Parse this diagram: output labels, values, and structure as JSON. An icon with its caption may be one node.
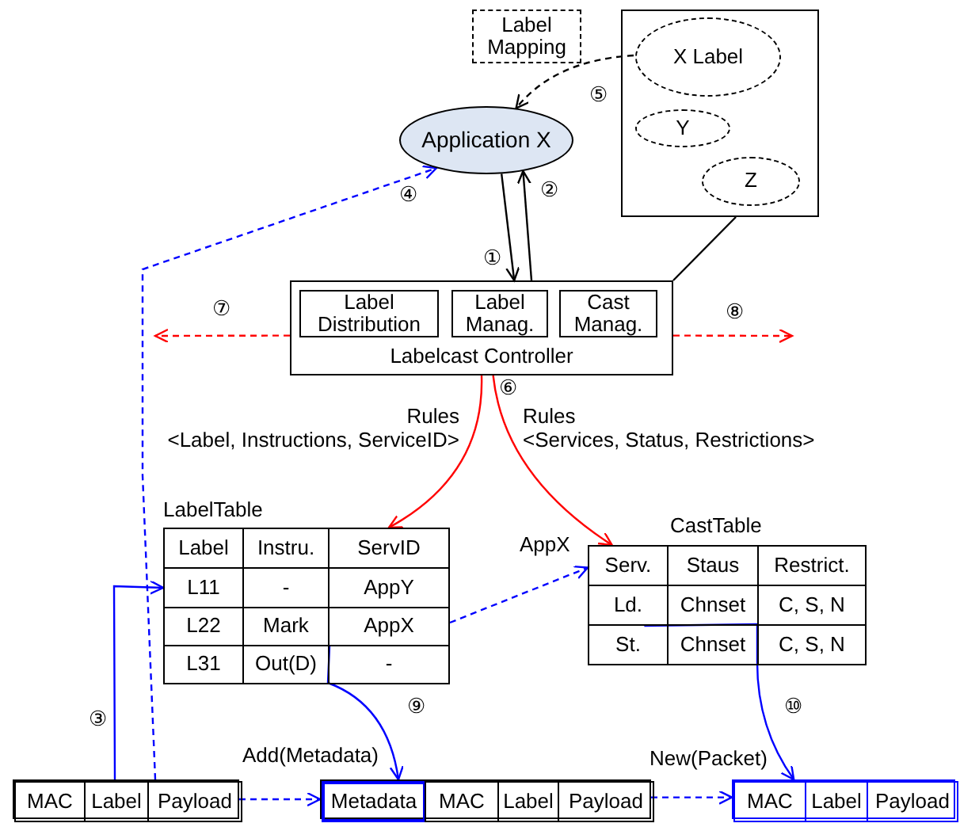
{
  "diagram": {
    "nodes": [
      {
        "text": [
          "Label Mapping"
        ]
      },
      {
        "text": [],
        "shape": "box"
      },
      {
        "text": [
          "X Label"
        ],
        "in": 1
      },
      {
        "text": [
          "Y"
        ],
        "in": 1
      },
      {
        "text": [
          "Z"
        ],
        "in": 1
      },
      {
        "text": [
          "Application X"
        ]
      },
      {
        "text": [
          "Labelcast Controller"
        ]
      },
      {
        "text": [
          "Label Distribution"
        ],
        "in": 6
      },
      {
        "text": [
          "Label Manag."
        ],
        "in": 6
      },
      {
        "text": [
          "Cast Manag."
        ],
        "in": 6
      },
      {
        "text": [
          "LabelTable"
        ]
      },
      {
        "text": [
          "Label"
        ],
        "in": 10
      },
      {
        "text": [
          "Instru."
        ],
        "in": 10
      },
      {
        "text": [
          "ServID"
        ],
        "in": 10
      },
      {
        "text": [
          "L11"
        ],
        "in": 10
      },
      {
        "text": [
          "-"
        ],
        "in": 10
      },
      {
        "text": [
          "AppY"
        ],
        "in": 10
      },
      {
        "text": [
          "L22"
        ],
        "in": 10
      },
      {
        "text": [
          "Mark"
        ],
        "in": 10
      },
      {
        "text": [
          "AppX"
        ],
        "in": 10
      },
      {
        "text": [
          "L31"
        ],
        "in": 10
      },
      {
        "text": [
          "Out(D)"
        ],
        "in": 10
      },
      {
        "text": [
          "-"
        ],
        "in": 10
      },
      {
        "text": [
          "CastTable"
        ]
      },
      {
        "text": [
          "Serv."
        ],
        "in": 23
      },
      {
        "text": [
          "Staus"
        ],
        "in": 23
      },
      {
        "text": [
          "Restrict."
        ],
        "in": 23
      },
      {
        "text": [
          "Ld."
        ],
        "in": 23
      },
      {
        "text": [
          "Chnset"
        ],
        "in": 23
      },
      {
        "text": [
          "C, S, N"
        ],
        "in": 23
      },
      {
        "text": [
          "St."
        ],
        "in": 23
      },
      {
        "text": [
          "Chnset"
        ],
        "in": 23
      },
      {
        "text": [
          "C, S, N"
        ],
        "in": 23
      },
      {
        "text": [],
        "shape": "box"
      },
      {
        "text": [
          "MAC"
        ],
        "in": 33
      },
      {
        "text": [
          "Label"
        ],
        "in": 33
      },
      {
        "text": [
          "Payload"
        ],
        "in": 33
      },
      {
        "text": [],
        "shape": "box",
        "beside": [
          "Add(Metadata)"
        ]
      },
      {
        "text": [
          "Metadata"
        ],
        "in": 37
      },
      {
        "text": [
          "MAC"
        ],
        "in": 37
      },
      {
        "text": [
          "Label"
        ],
        "in": 37
      },
      {
        "text": [
          "Payload"
        ],
        "in": 37
      },
      {
        "text": [],
        "shape": "box",
        "beside": [
          "New(Packet)"
        ]
      },
      {
        "text": [
          "MAC"
        ],
        "in": 42
      },
      {
        "text": [
          "Label"
        ],
        "in": 42
      },
      {
        "text": [
          "Payload"
        ],
        "in": 42
      }
    ],
    "edges": [
      {
        "from": 1,
        "to": 6,
        "arrow": "none",
        "color": "#000000"
      },
      {
        "from": 2,
        "to": 5,
        "arrow": "to",
        "style": "dashed",
        "color": "#000000",
        "label": "⑤"
      },
      {
        "from": 5,
        "to": 6,
        "arrow": "to",
        "color": "#000000",
        "label": "①"
      },
      {
        "from": 6,
        "to": 5,
        "arrow": "to",
        "color": "#000000",
        "label": "②"
      },
      {
        "from": 36,
        "to": 5,
        "arrow": "to",
        "style": "dashed",
        "color": "#0000ff",
        "label": "④"
      },
      {
        "from": 6,
        "to": null,
        "arrow": "to",
        "style": "dashed",
        "color": "#ff0000",
        "label": "⑦"
      },
      {
        "from": 6,
        "to": null,
        "arrow": "to",
        "style": "dashed",
        "color": "#ff0000",
        "label": "⑧"
      },
      {
        "from": 6,
        "to": 13,
        "arrow": "to",
        "color": "#ff0000",
        "label": "Rules <Label, Instructions, ServiceID>"
      },
      {
        "from": 6,
        "to": 24,
        "arrow": "to",
        "color": "#ff0000",
        "label": "Rules <Services, Status, Restrictions>"
      },
      {
        "from": 35,
        "to": 14,
        "arrow": "to",
        "color": "#0000ff",
        "label": "③"
      },
      {
        "from": 19,
        "to": 24,
        "arrow": "to",
        "style": "dashed",
        "color": "#0000ff",
        "label": "AppX"
      },
      {
        "from": 18,
        "to": 38,
        "arrow": "to",
        "color": "#0000ff",
        "label": "⑨"
      },
      {
        "from": 27,
        "to": 43,
        "arrow": "to",
        "color": "#0000ff",
        "label": "⑩"
      },
      {
        "from": 33,
        "to": 37,
        "arrow": "to",
        "style": "dashed",
        "color": "#0000ff"
      },
      {
        "from": 37,
        "to": 42,
        "arrow": "to",
        "style": "dashed",
        "color": "#0000ff"
      }
    ],
    "labels": [
      "⑥"
    ]
  }
}
